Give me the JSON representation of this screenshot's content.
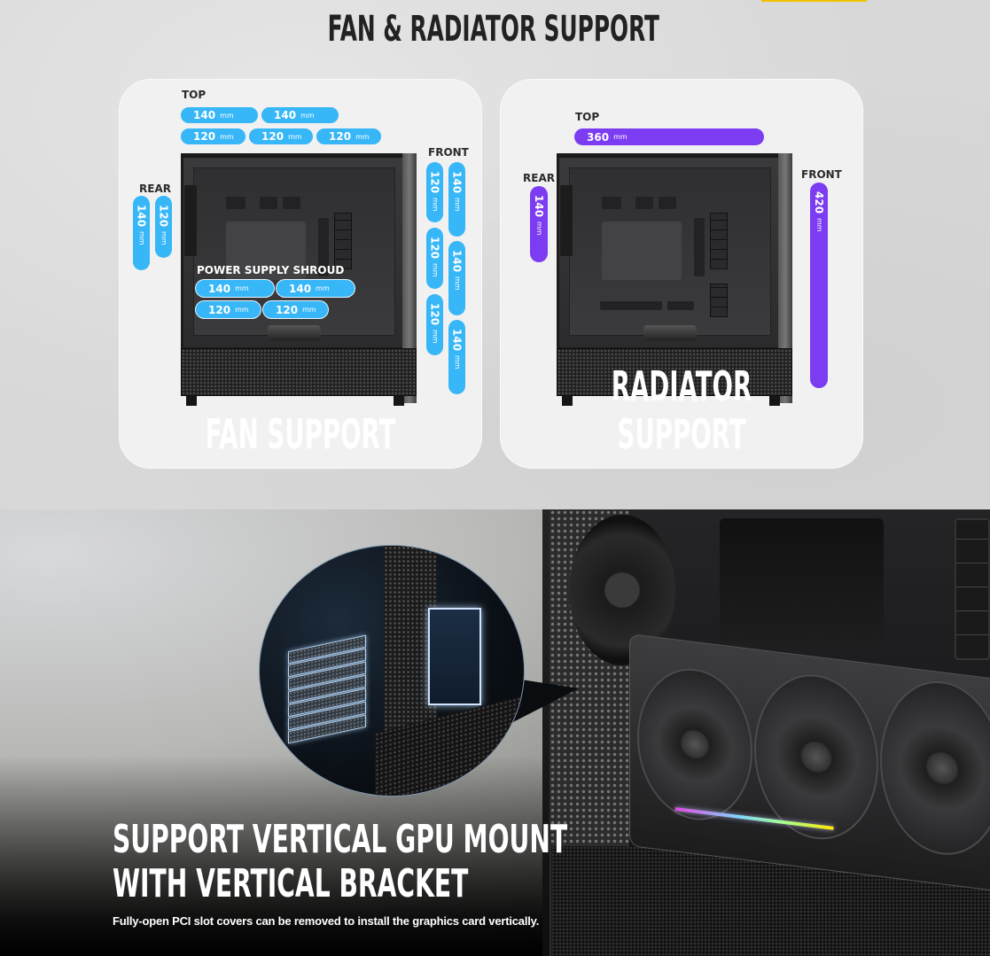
{
  "header": {
    "title": "FAN & RADIATOR SUPPORT",
    "accent_tab_color": "#f2c200"
  },
  "fan_panel": {
    "caption": "FAN SUPPORT",
    "pill_color": "#37b7f7",
    "top": {
      "label": "TOP",
      "rows": [
        [
          {
            "size": "140",
            "unit": "mm"
          },
          {
            "size": "140",
            "unit": "mm"
          }
        ],
        [
          {
            "size": "120",
            "unit": "mm"
          },
          {
            "size": "120",
            "unit": "mm"
          },
          {
            "size": "120",
            "unit": "mm"
          }
        ]
      ]
    },
    "rear": {
      "label": "REAR",
      "pills": [
        {
          "size": "140",
          "unit": "mm"
        },
        {
          "size": "120",
          "unit": "mm"
        }
      ]
    },
    "front": {
      "label": "FRONT",
      "col_120": [
        {
          "size": "120",
          "unit": "mm"
        },
        {
          "size": "120",
          "unit": "mm"
        },
        {
          "size": "120",
          "unit": "mm"
        }
      ],
      "col_140": [
        {
          "size": "140",
          "unit": "mm"
        },
        {
          "size": "140",
          "unit": "mm"
        },
        {
          "size": "140",
          "unit": "mm"
        }
      ]
    },
    "psu_shroud": {
      "label": "POWER SUPPLY SHROUD",
      "rows": [
        [
          {
            "size": "140",
            "unit": "mm"
          },
          {
            "size": "140",
            "unit": "mm"
          }
        ],
        [
          {
            "size": "120",
            "unit": "mm"
          },
          {
            "size": "120",
            "unit": "mm"
          }
        ]
      ]
    }
  },
  "radiator_panel": {
    "caption": "RADIATOR SUPPORT",
    "pill_color": "#7b3cf2",
    "top": {
      "label": "TOP",
      "size": "360",
      "unit": "mm"
    },
    "rear": {
      "label": "REAR",
      "size": "140",
      "unit": "mm"
    },
    "front": {
      "label": "FRONT",
      "size": "420",
      "unit": "mm"
    }
  },
  "gpu_section": {
    "headline_line1": "SUPPORT VERTICAL GPU MOUNT",
    "headline_line2": "WITH VERTICAL BRACKET",
    "description": "Fully-open PCI slot covers can be removed to install the graphics card vertically.",
    "rgb_colors": [
      "#e24ae0",
      "#7fd6ff",
      "#a8ff8a",
      "#ffe600"
    ]
  }
}
